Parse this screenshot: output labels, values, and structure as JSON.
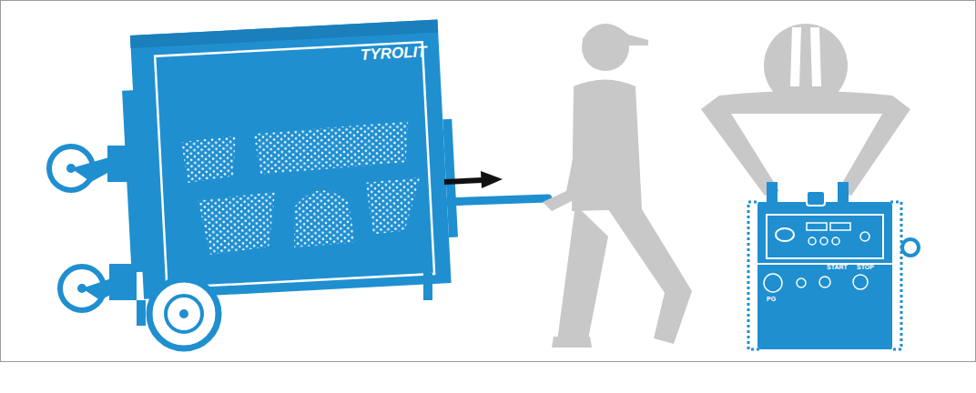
{
  "diagram": {
    "labels": [
      "TYROLIT",
      "START",
      "STOP",
      "PG"
    ]
  }
}
